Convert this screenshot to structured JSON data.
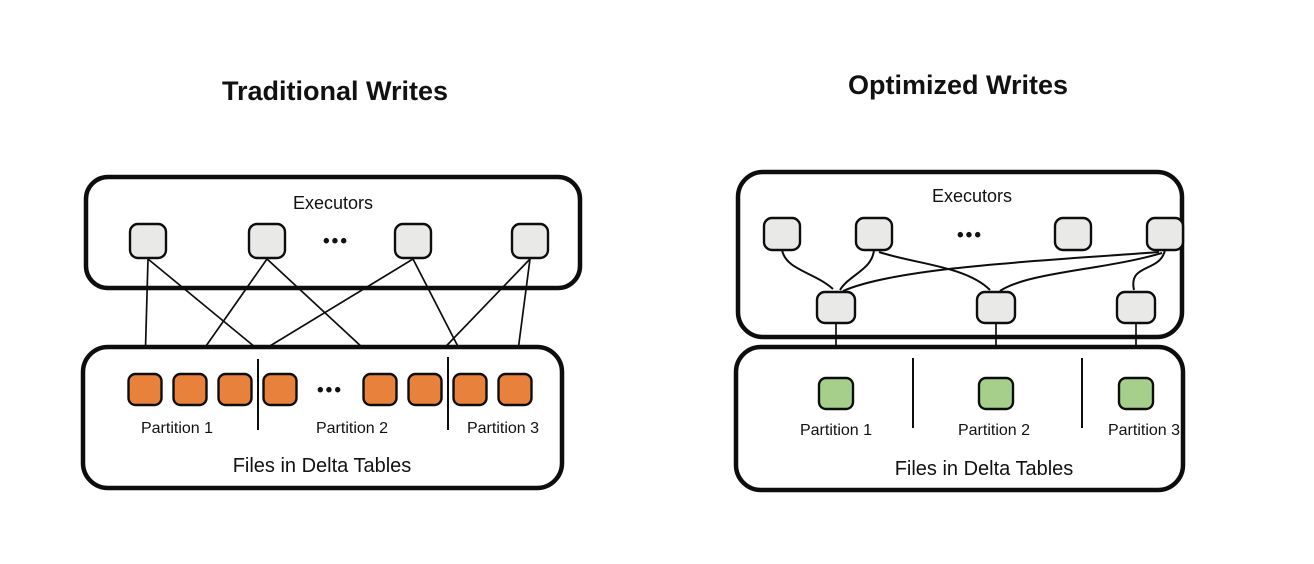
{
  "diagram": {
    "left": {
      "title": "Traditional Writes",
      "executors_label": "Executors",
      "executors_ellipsis": "•••",
      "files_ellipsis": "•••",
      "partition_labels": [
        "Partition 1",
        "Partition 2",
        "Partition 3"
      ],
      "files_label": "Files in Delta Tables"
    },
    "right": {
      "title": "Optimized Writes",
      "executors_label": "Executors",
      "executors_ellipsis": "•••",
      "partition_labels": [
        "Partition 1",
        "Partition 2",
        "Partition 3"
      ],
      "files_label": "Files in Delta Tables"
    },
    "colors": {
      "traditional_file": "#E8813B",
      "optimized_file": "#A7CF8C",
      "executor_node": "#E9E9E8",
      "outline": "#0d0d0d"
    }
  }
}
